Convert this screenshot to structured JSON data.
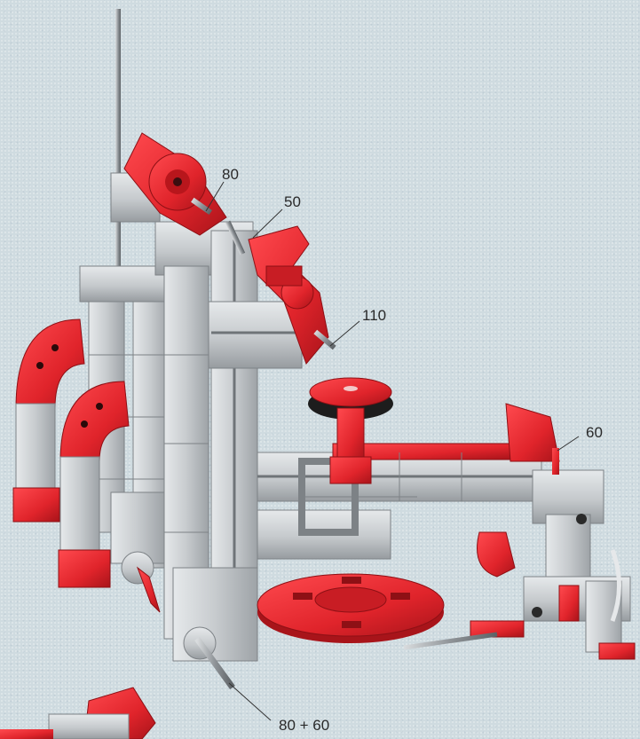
{
  "labels": {
    "axle_top": "80",
    "axle_mid": "50",
    "axle_right": "110",
    "axle_far_right": "60",
    "axle_bottom": "80 + 60"
  },
  "colors": {
    "red": "#e8262e",
    "dark_red": "#a8141a",
    "grey": "#c9cdd0",
    "grey_dark": "#8d9296",
    "grey_light": "#e4e7e9",
    "black": "#1c1c1c",
    "steel": "#9a9fa3",
    "background": "#cfdbe0"
  }
}
